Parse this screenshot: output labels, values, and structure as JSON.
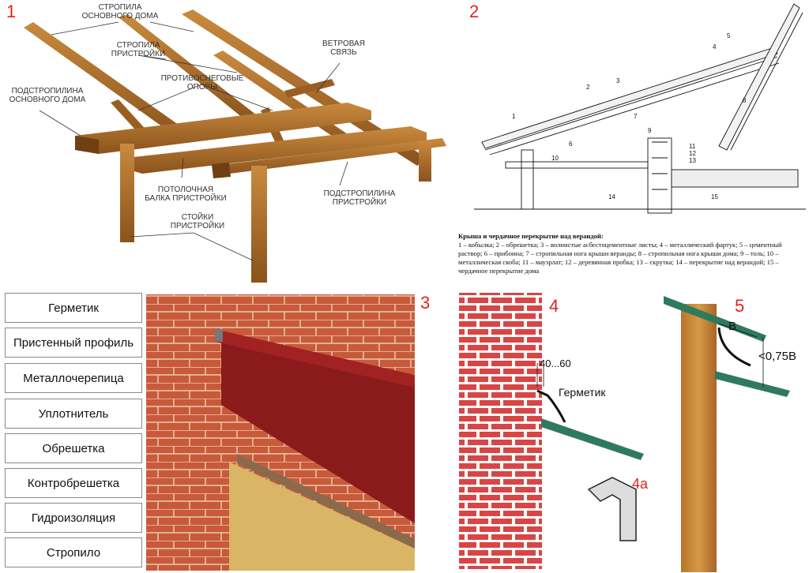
{
  "panels": {
    "p1": {
      "number": "1",
      "labels": {
        "rafters_main": "СТРОПИЛА\nОСНОВНОГО ДОМА",
        "rafters_ext": "СТРОПИЛА\nПРИСТРОЙКИ",
        "wind_brace": "ВЕТРОВАЯ\nСВЯЗЬ",
        "snow_supports": "ПРОТИВОСНЕГОВЫЕ\nОПОРЫ",
        "wall_plate_main": "ПОДСТРОПИЛИНА\nОСНОВНОГО ДОМА",
        "ceiling_beam": "ПОТОЛОЧНАЯ\nБАЛКА ПРИСТРОЙКИ",
        "wall_plate_ext": "ПОДСТРОПИЛИНА\nПРИСТРОЙКИ",
        "posts": "СТОЙКИ\nПРИСТРОЙКИ"
      }
    },
    "p2": {
      "number": "2",
      "caption_title": "Крыша и чердачное перекрытие над верандой:",
      "caption_body": "1 – кобылка; 2 – обрешетка; 3 – волнистые асбестоцементные листы; 4 – металлический фартук; 5 – цементный раствор; 6 – прибоина; 7 – стропильная нога крыши веранды; 8 – стропильная нога крыши дома; 9 – толь; 10 – металлическая скоба; 11 – мауэрлат; 12 – деревянная пробка; 13 – скрутка; 14 – перекрытие над верандой; 15 – чердачное перекрытие дома",
      "numbers": [
        "1",
        "2",
        "3",
        "4",
        "5",
        "6",
        "7",
        "8",
        "9",
        "10",
        "11",
        "12",
        "13",
        "14",
        "15"
      ]
    },
    "p3": {
      "number": "3",
      "labels": [
        "Герметик",
        "Пристенный профиль",
        "Металлочерепица",
        "Уплотнитель",
        "Обрешетка",
        "Контробрешетка",
        "Гидроизоляция",
        "Стропило"
      ]
    },
    "p4": {
      "number": "4",
      "dimension": "40...60",
      "sealant": "Герметик",
      "sub_number": "4а"
    },
    "p5": {
      "number": "5",
      "b_label": "В",
      "ratio": "<0,75В"
    }
  },
  "colors": {
    "accent_red": "#e2231a",
    "wood": "#a8692a",
    "brick": "#d94545",
    "roof_green": "#2f7a5f",
    "flashing_red": "#8b1a1a"
  }
}
